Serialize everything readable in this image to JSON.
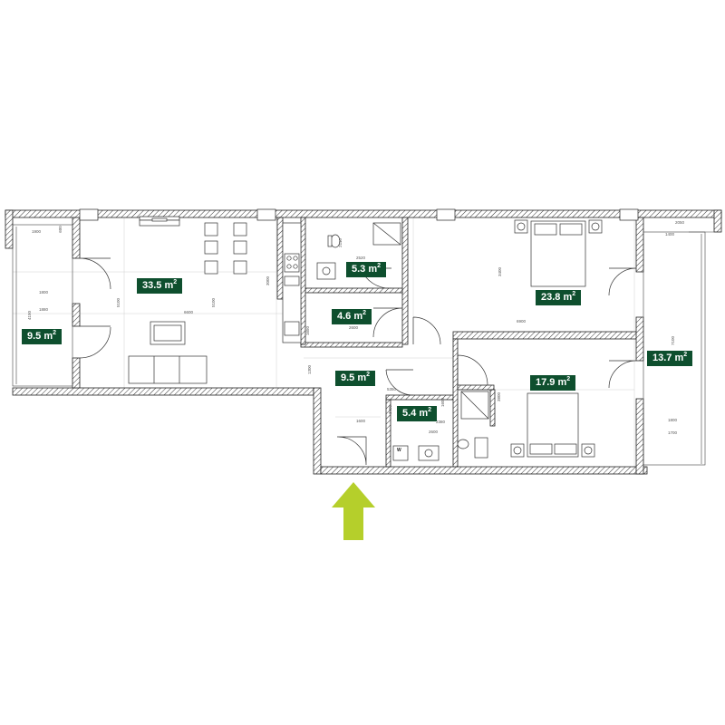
{
  "rooms": [
    {
      "id": "terrace-left",
      "area": "9.5",
      "unit": "m",
      "sup": "2"
    },
    {
      "id": "living-kitchen",
      "area": "33.5",
      "unit": "m",
      "sup": "2"
    },
    {
      "id": "bathroom-1",
      "area": "5.3",
      "unit": "m",
      "sup": "2"
    },
    {
      "id": "storage",
      "area": "4.6",
      "unit": "m",
      "sup": "2"
    },
    {
      "id": "bedroom-1",
      "area": "23.8",
      "unit": "m",
      "sup": "2"
    },
    {
      "id": "hallway",
      "area": "9.5",
      "unit": "m",
      "sup": "2"
    },
    {
      "id": "bathroom-2",
      "area": "5.4",
      "unit": "m",
      "sup": "2"
    },
    {
      "id": "bedroom-2",
      "area": "17.9",
      "unit": "m",
      "sup": "2"
    },
    {
      "id": "terrace-right",
      "area": "13.7",
      "unit": "m",
      "sup": "2"
    }
  ],
  "dimensions": [
    "1900",
    "600",
    "1800",
    "4150",
    "1880",
    "5100",
    "5100",
    "6600",
    "3000",
    "2520",
    "2110",
    "1650",
    "2600",
    "3400",
    "6900",
    "1300",
    "5350",
    "3400",
    "5950",
    "2380",
    "1600",
    "2600",
    "1600",
    "3800",
    "2050",
    "1400",
    "7100",
    "1800",
    "1700"
  ],
  "appliance_marks": {
    "washer": "W"
  },
  "colors": {
    "label_bg": "#0e4f2e",
    "label_text": "#ffffff",
    "wall": "#222222",
    "entrance_arrow": "#b5cf2b"
  },
  "icons": {
    "entrance": "entrance-arrow-icon"
  }
}
